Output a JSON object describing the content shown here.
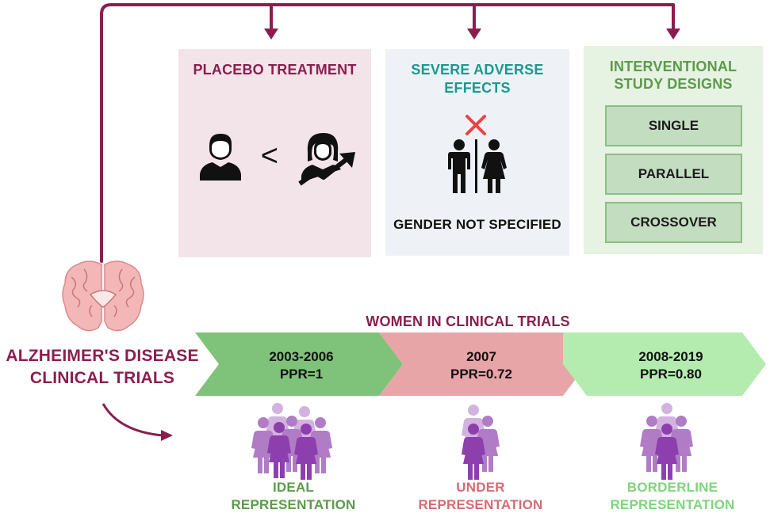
{
  "title": {
    "line1": "ALZHEIMER'S DISEASE",
    "line2": "CLINICAL TRIALS"
  },
  "placebo": {
    "heading": "PLACEBO TREATMENT",
    "comparison_symbol": "<"
  },
  "adverse": {
    "heading_line1": "SEVERE ADVERSE",
    "heading_line2": "EFFECTS",
    "caption": "GENDER NOT SPECIFIED"
  },
  "designs": {
    "heading_line1": "INTERVENTIONAL",
    "heading_line2": "STUDY DESIGNS",
    "items": [
      "SINGLE",
      "PARALLEL",
      "CROSSOVER"
    ]
  },
  "timeline": {
    "heading": "WOMEN IN CLINICAL TRIALS",
    "periods": [
      {
        "years": "2003-2006",
        "ppr": "PPR=1",
        "label_line1": "IDEAL",
        "label_line2": "REPRESENTATION"
      },
      {
        "years": "2007",
        "ppr": "PPR=0.72",
        "label_line1": "UNDER",
        "label_line2": "REPRESENTATION"
      },
      {
        "years": "2008-2019",
        "ppr": "PPR=0.80",
        "label_line1": "BORDERLINE",
        "label_line2": "REPRESENTATION"
      }
    ]
  },
  "colors": {
    "maroon": "#8a1f4f",
    "teal": "#1a9a8e",
    "green_text": "#5c9a4c",
    "chevron_green": "#7fc27a",
    "chevron_pink": "#e8a5a8",
    "chevron_light_green": "#b4ecb0",
    "pink_label": "#d66b73",
    "light_green_label": "#7fd47c",
    "people_purple": "#9b55b7",
    "people_light": "#d3b2df",
    "cross_red": "#e64545"
  },
  "icons": {
    "brain": "brain-icon",
    "man": "man-avatar-icon",
    "woman": "woman-avatar-icon",
    "trend": "trend-up-arrow-icon",
    "cross": "cross-icon",
    "restroom": "restroom-gender-icon",
    "people": "women-group-icon"
  }
}
